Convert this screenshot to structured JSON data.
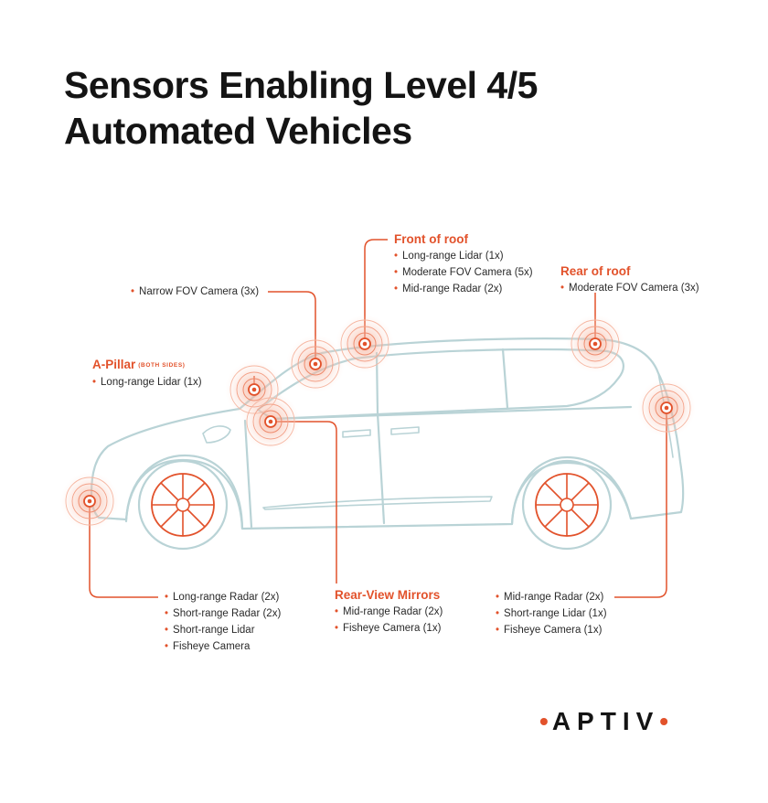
{
  "title": {
    "line1": "Sensors Enabling Level 4/5",
    "line2": "Automated Vehicles"
  },
  "groups": {
    "front_roof": {
      "heading": "Front of roof",
      "items": [
        "Long-range Lidar (1x)",
        "Moderate FOV Camera (5x)",
        "Mid-range Radar (2x)"
      ]
    },
    "rear_roof": {
      "heading": "Rear of roof",
      "items": [
        "Moderate FOV Camera (3x)"
      ]
    },
    "narrow": {
      "items": [
        "Narrow FOV Camera (3x)"
      ]
    },
    "a_pillar": {
      "heading": "A-Pillar",
      "note": "(BOTH SIDES)",
      "items": [
        "Long-range Lidar (1x)"
      ]
    },
    "front_bumper": {
      "items": [
        "Long-range Radar (2x)",
        "Short-range Radar (2x)",
        "Short-range Lidar",
        "Fisheye Camera"
      ]
    },
    "mirrors": {
      "heading": "Rear-View Mirrors",
      "items": [
        "Mid-range Radar (2x)",
        "Fisheye Camera (1x)"
      ]
    },
    "rear": {
      "items": [
        "Mid-range Radar (2x)",
        "Short-range Lidar (1x)",
        "Fisheye Camera (1x)"
      ]
    }
  },
  "logo": {
    "dot_left": "•",
    "text": "APTIV",
    "dot_right": "•"
  },
  "colors": {
    "accent": "#e2522b",
    "car_outline": "#b9d3d6",
    "text": "#141414"
  }
}
